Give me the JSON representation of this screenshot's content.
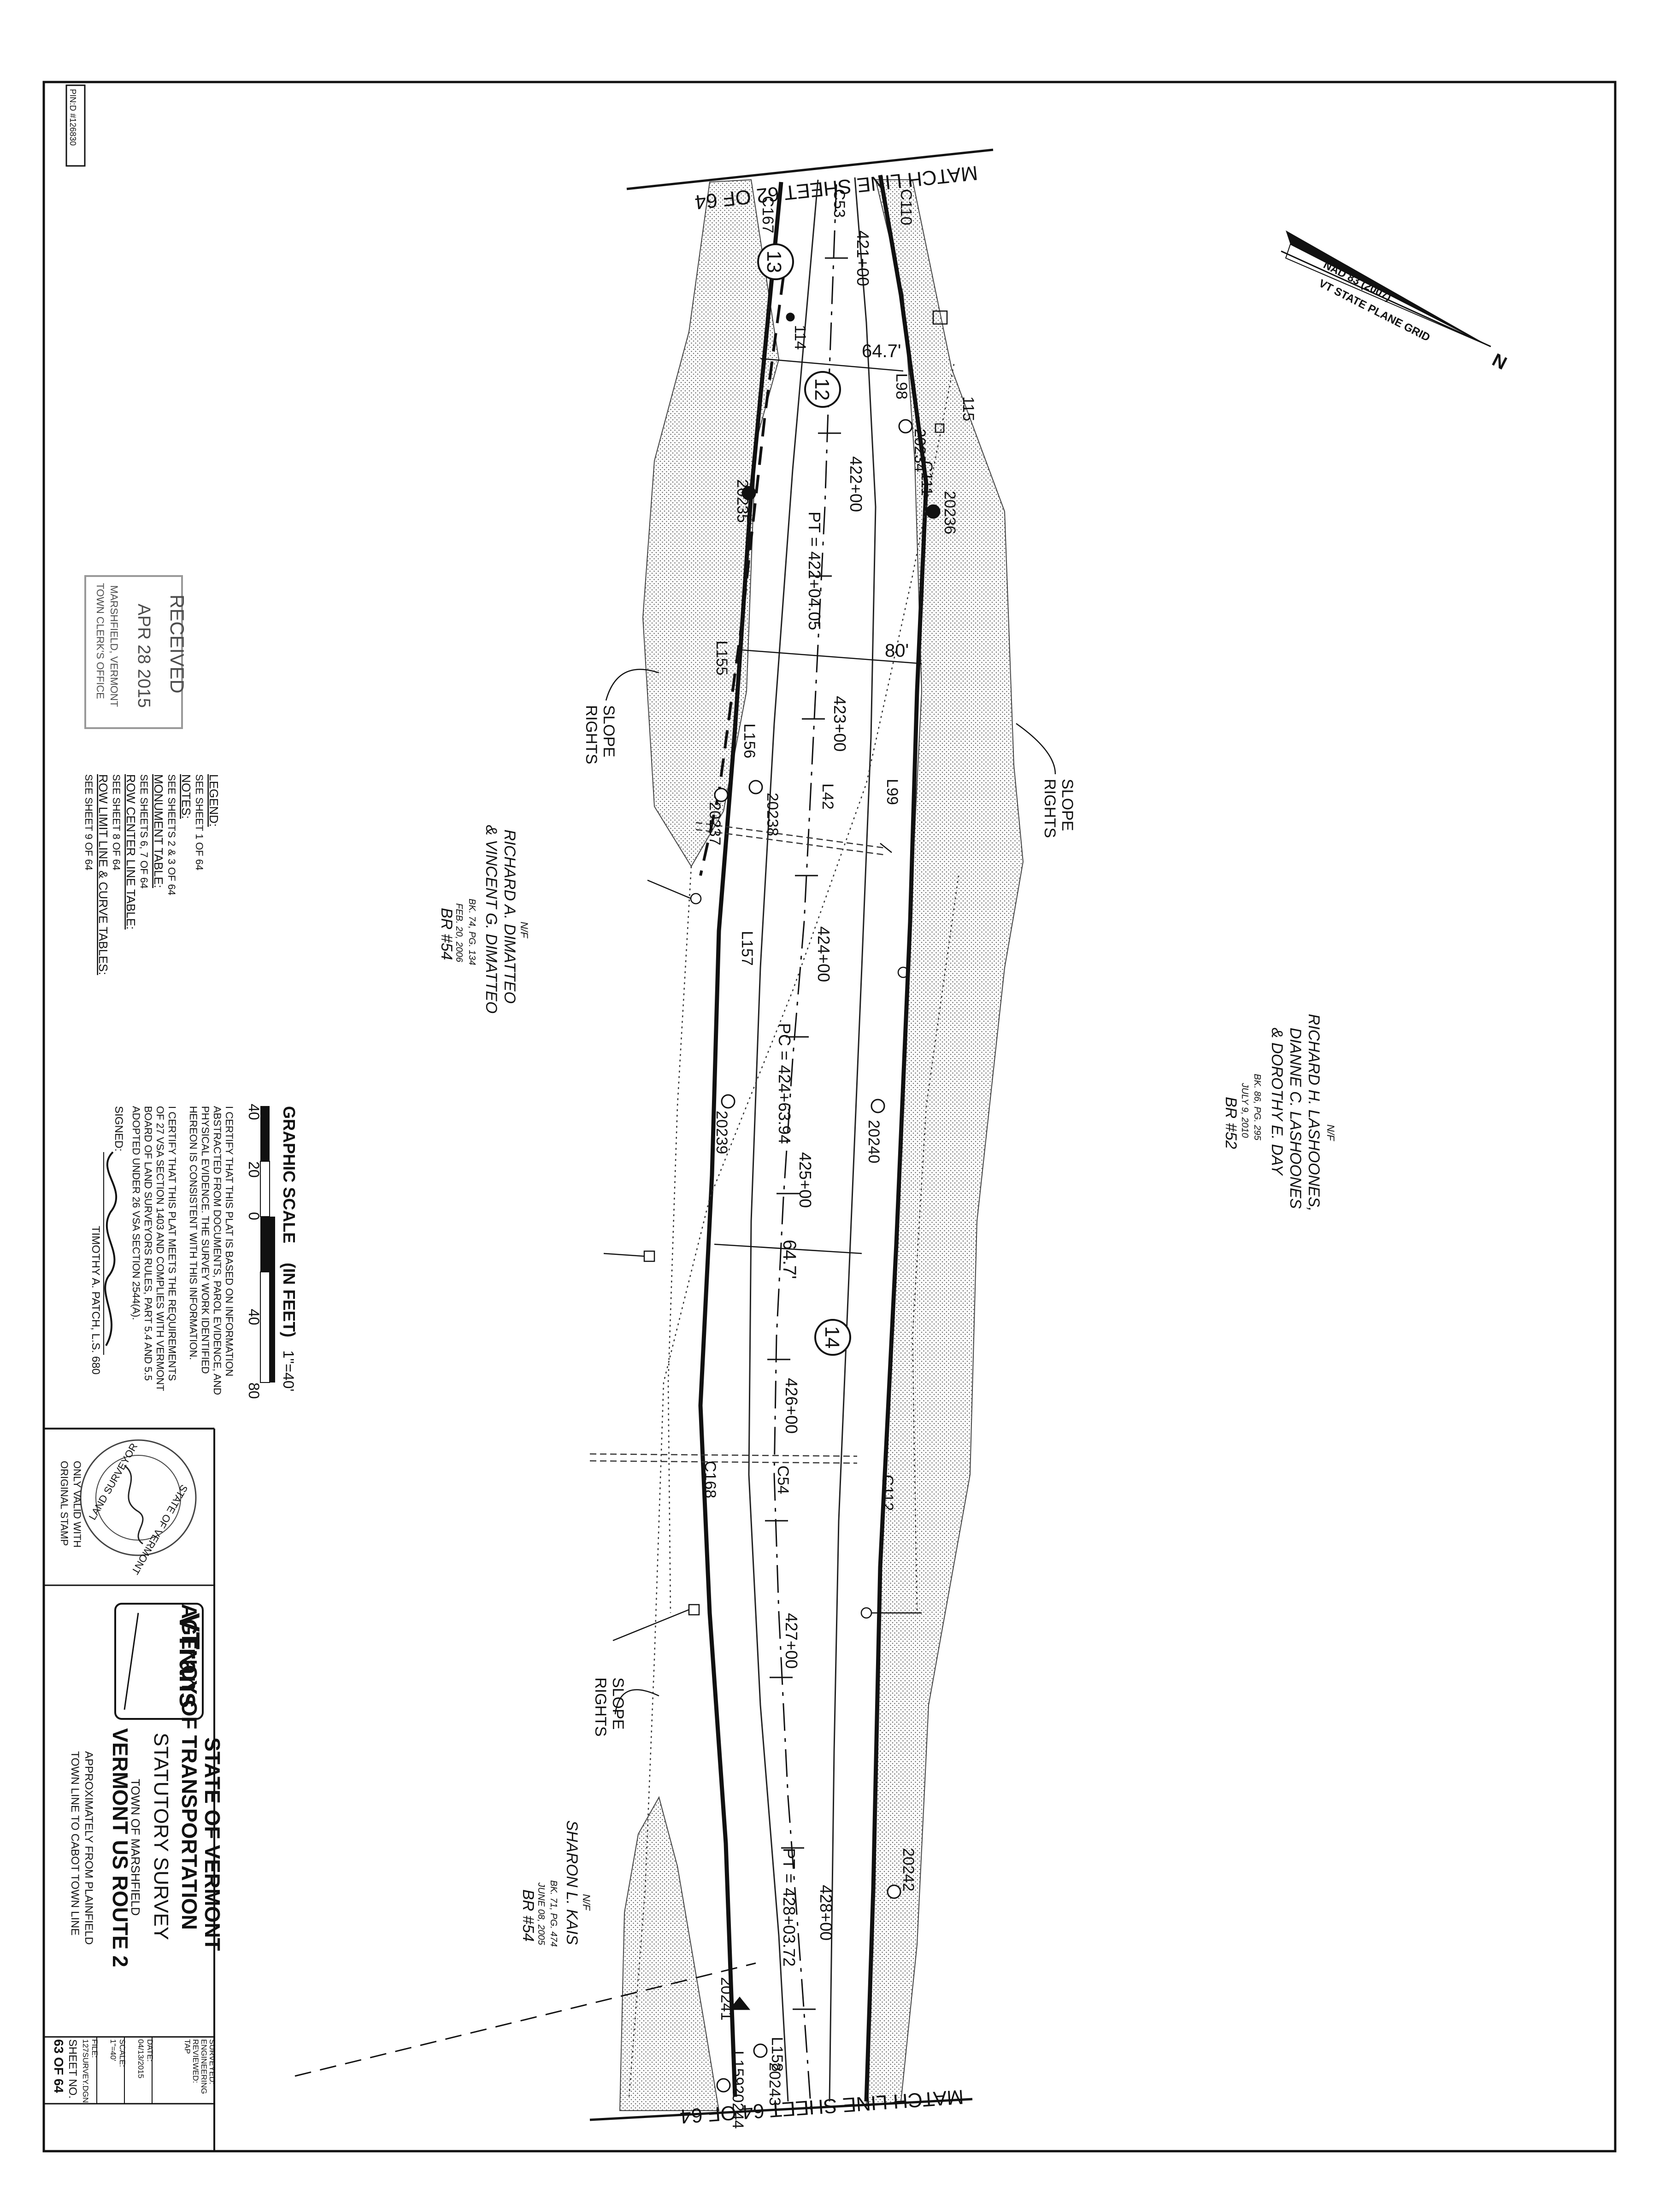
{
  "file_id": "PIN:D #126830",
  "match_lines": {
    "top": "MATCH LINE SHEET 62 OF 64",
    "bottom": "MATCH LINE SHEET 64 OF 64"
  },
  "north_arrow": {
    "datum": "NAD 83 (2007)",
    "grid": "VT STATE PLANE GRID",
    "north": "N"
  },
  "parcels": {
    "p13": "13",
    "p12": "12",
    "p14": "14"
  },
  "curves": {
    "c53": "C53",
    "c110": "C110",
    "c167": "C167",
    "c111": "C111",
    "c54": "C54",
    "c112": "C112",
    "c168": "C168"
  },
  "lines": {
    "l98": "L98",
    "l155": "L155",
    "l156": "L156",
    "l42": "L42",
    "l99": "L99",
    "l157": "L157",
    "l158": "L158",
    "l159": "L159"
  },
  "points": {
    "p114": "114",
    "p115": "115",
    "p20234": "20234",
    "p20235": "20235",
    "p20236": "20236",
    "p20237": "20237",
    "p20238": "20238",
    "p20239": "20239",
    "p20240": "20240",
    "p20241": "20241",
    "p20242": "20242",
    "p20243": "20243",
    "p20244": "20244"
  },
  "stations": {
    "s421": "421+00",
    "s422": "422+00",
    "s423": "423+00",
    "s424": "424+00",
    "s425": "425+00",
    "s426": "426+00",
    "s427": "427+00",
    "s428": "428+00",
    "pt1": "PT = 422+04.05",
    "pc": "PC = 424+63.94",
    "pt2": "PT = 428+03.72"
  },
  "widths": {
    "w1": "64.7'",
    "w2": "80'",
    "w3": "64.7'"
  },
  "slope_rights": [
    "SLOPE",
    "RIGHTS"
  ],
  "owners": {
    "lashoones": {
      "nf": "N/F",
      "name_lines": [
        "RICHARD H. LASHOONES,",
        "DIANNE C. LASHOONES",
        "& DOROTHY E. DAY"
      ],
      "book": "BK. 86, PG. 295",
      "date": "JULY 9, 2010",
      "ref": "BR #52"
    },
    "dimatteo": {
      "nf": "N/F",
      "name_lines": [
        "RICHARD A. DIMATTEO",
        "& VINCENT G. DIMATTEO"
      ],
      "book": "BK. 74, PG. 134",
      "date": "FEB. 20, 2006",
      "ref": "BR #54"
    },
    "kais": {
      "nf": "N/F",
      "name_lines": [
        "SHARON L. KAIS"
      ],
      "book": "BK. 71, PG. 474",
      "date": "JUNE 08, 2005",
      "ref": "BR #54"
    }
  },
  "received_stamp": {
    "title": "RECEIVED",
    "date": "APR 28 2015",
    "office_lines": [
      "MARSHFIELD, VERMONT",
      "TOWN CLERK'S OFFICE"
    ]
  },
  "legend": {
    "items": [
      {
        "heading": "LEGEND:",
        "ref": "SEE SHEET 1 OF 64"
      },
      {
        "heading": "NOTES:",
        "ref": "SEE SHEETS 2 & 3 OF 64"
      },
      {
        "heading": "MONUMENT TABLE:",
        "ref": "SEE SHEETS 6, 7 OF 64"
      },
      {
        "heading": "ROW CENTER LINE TABLE:",
        "ref": "SEE SHEET 8 OF 64"
      },
      {
        "heading": "ROW LIMIT LINE & CURVE TABLES:",
        "ref": "SEE SHEET 9 OF 64"
      }
    ]
  },
  "scale": {
    "title": "GRAPHIC SCALE",
    "units": "(IN FEET)",
    "ratio": "1\"=40'",
    "ticks": [
      "40",
      "20",
      "0",
      "40",
      "80"
    ]
  },
  "certification": {
    "lines": [
      "I CERTIFY THAT THIS PLAT IS BASED ON INFORMATION",
      "ABSTRACTED FROM DOCUMENTS, PAROL EVIDENCE, AND",
      "PHYSICAL EVIDENCE. THE SURVEY WORK IDENTIFIED",
      "HEREON IS CONSISTENT WITH THIS INFORMATION.",
      "",
      "I CERTIFY THAT THIS PLAT MEETS THE REQUIREMENTS",
      "OF 27 VSA SECTION 1403 AND COMPLIES WITH VERMONT",
      "BOARD OF LAND SURVEYORS RULES, PART 5.4 AND 5.5",
      "ADOPTED UNDER 26 VSA SECTION 2544(A)."
    ],
    "signed_label": "SIGNED:",
    "signer": "TIMOTHY A. PATCH, L.S. 680"
  },
  "seal": {
    "ring_top": "STATE OF VERMONT",
    "ring_bottom": "LAND SURVEYOR",
    "note_lines": [
      "ONLY VALID WITH",
      "ORIGINAL STAMP"
    ]
  },
  "title_block": {
    "logo": "VTrans",
    "agency_lines": [
      "STATE OF VERMONT",
      "AGENCY OF TRANSPORTATION"
    ],
    "survey": "STATUTORY SURVEY",
    "town": "TOWN OF MARSHFIELD",
    "route": "VERMONT US ROUTE 2",
    "extent_lines": [
      "APPROXIMATELY FROM PLAINFIELD",
      "TOWN LINE TO CABOT TOWN LINE"
    ]
  },
  "side_block": {
    "rows": [
      "SURVEYED:",
      "ENGINEERING",
      "REVIEWED:",
      "TAP",
      "DATE:",
      "04/13/2015",
      "SCALE:",
      "1\"=40'",
      "FILE:",
      "127SURVEY.DGN"
    ],
    "sheet_label": "SHEET NO.",
    "sheet_value": "63 OF 64"
  }
}
